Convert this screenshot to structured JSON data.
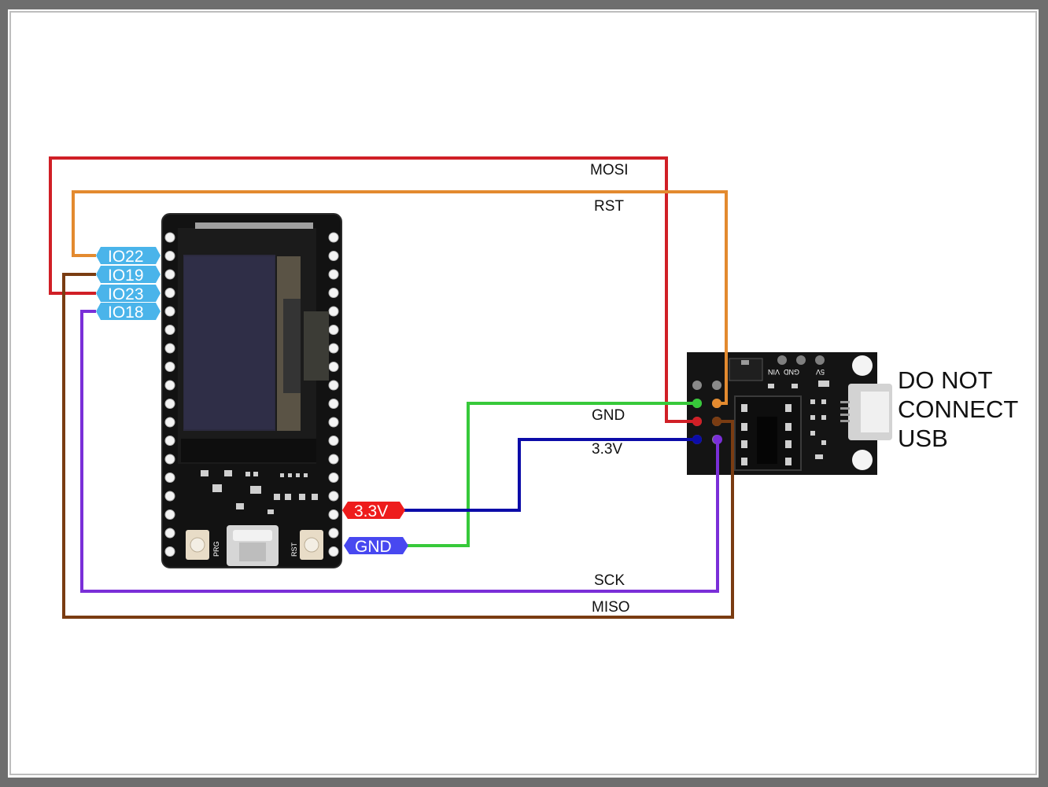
{
  "wires": {
    "mosi": "MOSI",
    "rst": "RST",
    "gnd": "GND",
    "v33": "3.3V",
    "sck": "SCK",
    "miso": "MISO"
  },
  "esp32_pins": {
    "io22": "IO22",
    "io19": "IO19",
    "io23": "IO23",
    "io18": "IO18",
    "power": "3.3V",
    "ground": "GND"
  },
  "esp32_silk": {
    "prg": "PRG",
    "rst": "RST"
  },
  "programmer_silk": {
    "vin": "VIN",
    "gnd": "GND",
    "v5": "5V"
  },
  "warning": {
    "line1": "DO NOT",
    "line2": "CONNECT",
    "line3": "USB"
  },
  "colors": {
    "mosi": "#d01f26",
    "rst": "#e38a2f",
    "gnd": "#37c93a",
    "v33": "#0c0ca8",
    "sck": "#7a2fd8",
    "miso": "#7a3c12",
    "pin_label": "#4ab4ea",
    "power_label": "#ee1c1c",
    "ground_label": "#4848f0"
  }
}
